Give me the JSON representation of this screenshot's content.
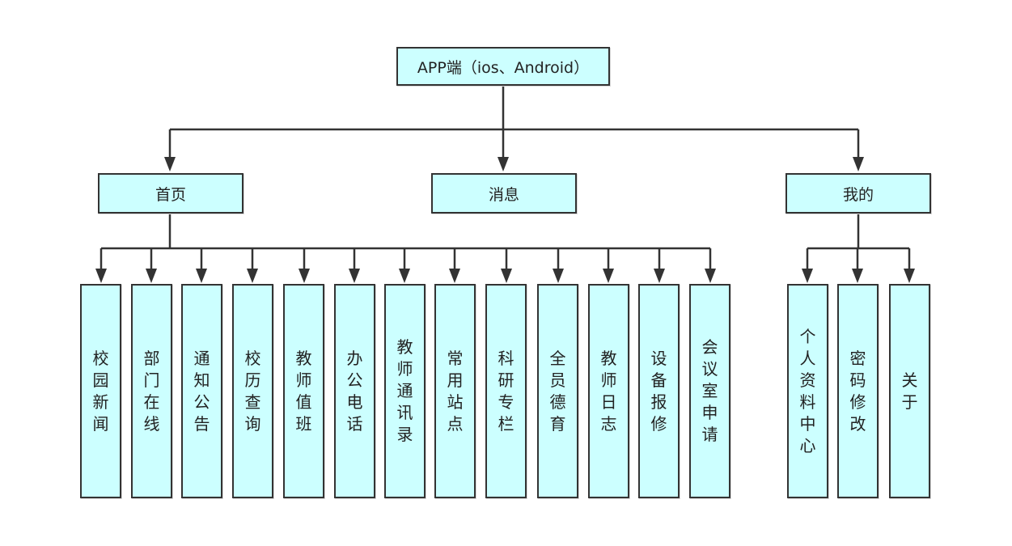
{
  "root": {
    "label": "APP端（ios、Android）"
  },
  "level1": [
    {
      "label": "首页"
    },
    {
      "label": "消息"
    },
    {
      "label": "我的"
    }
  ],
  "home_children": [
    {
      "label": "校园新闻"
    },
    {
      "label": "部门在线"
    },
    {
      "label": "通知公告"
    },
    {
      "label": "校历查询"
    },
    {
      "label": "教师值班"
    },
    {
      "label": "办公电话"
    },
    {
      "label": "教师通讯录"
    },
    {
      "label": "常用站点"
    },
    {
      "label": "科研专栏"
    },
    {
      "label": "全员德育"
    },
    {
      "label": "教师日志"
    },
    {
      "label": "设备报修"
    },
    {
      "label": "会议室申请"
    }
  ],
  "mine_children": [
    {
      "label": "个人资料中心"
    },
    {
      "label": "密码修改"
    },
    {
      "label": "关于"
    }
  ],
  "colors": {
    "node_fill": "#ccffff",
    "node_border": "#333333",
    "connector": "#333333"
  }
}
